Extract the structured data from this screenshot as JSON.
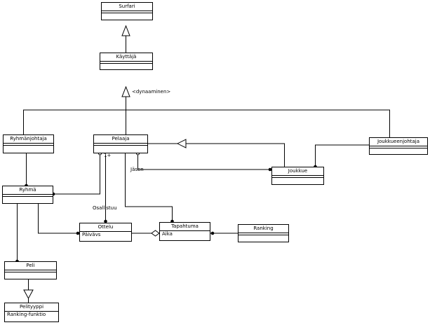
{
  "classes": {
    "surfari": {
      "name": "Surfari"
    },
    "kayttaja": {
      "name": "Käyttäjä"
    },
    "ryhmanjohtaja": {
      "name": "Ryhmänjohtaja"
    },
    "pelaaja": {
      "name": "Pelaaja"
    },
    "joukkueenjohtaja": {
      "name": "Joukkueenjohtaja"
    },
    "joukkue": {
      "name": "Joukkue"
    },
    "ryhma": {
      "name": "Ryhmä"
    },
    "ottelu": {
      "name": "Ottelu",
      "attribute": "Päivävs"
    },
    "tapahtuma": {
      "name": "Tapahtuma",
      "attribute": "Aika"
    },
    "ranking": {
      "name": "Ranking"
    },
    "peli": {
      "name": "Peli"
    },
    "pelityyppi": {
      "name": "Pelityyppi",
      "attribute": "Ranking-funktio"
    }
  },
  "labels": {
    "dynaaminen": "<dynaaminen>",
    "jasen": "Jäsen",
    "osallistuu": "Osallistuu",
    "multiplicity": "1+"
  }
}
